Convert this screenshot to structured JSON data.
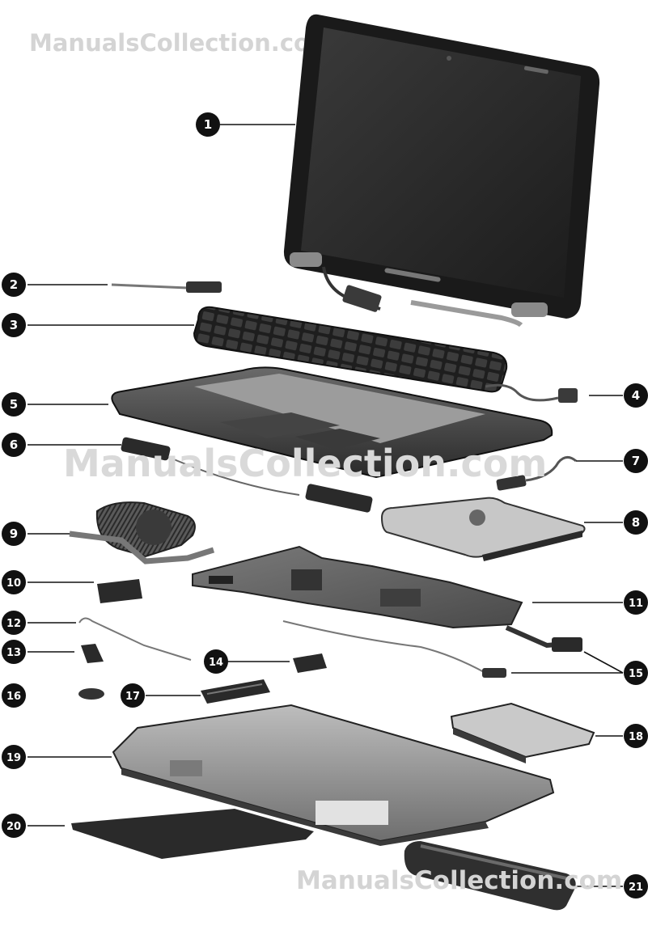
{
  "watermarks": {
    "top": "ManualsCollection.com",
    "middle": "ManualsCollection.com",
    "bottom": "ManualsCollection.com"
  },
  "callouts": [
    "1",
    "2",
    "3",
    "4",
    "5",
    "6",
    "7",
    "8",
    "9",
    "10",
    "11",
    "12",
    "13",
    "14",
    "15",
    "16",
    "17",
    "18",
    "19",
    "20",
    "21"
  ],
  "colors": {
    "callout_fill": "#111111",
    "callout_text": "#ffffff",
    "leader_line": "#111111",
    "part_dark": "#2b2b2b",
    "part_mid": "#555555",
    "part_light": "#9a9a9a",
    "watermark": "#d4d4d4"
  }
}
